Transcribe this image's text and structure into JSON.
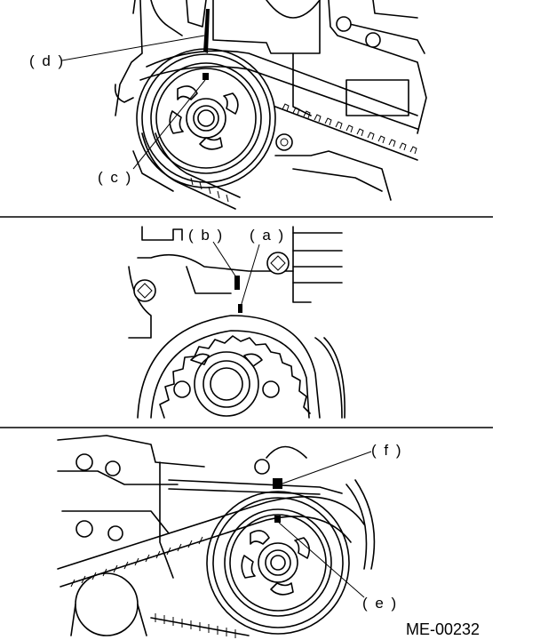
{
  "labels": {
    "a": "( a )",
    "b": "( b )",
    "c": "( c )",
    "d": "( d )",
    "e": "( e )",
    "f": "( f )"
  },
  "figure_code": "ME-00232"
}
